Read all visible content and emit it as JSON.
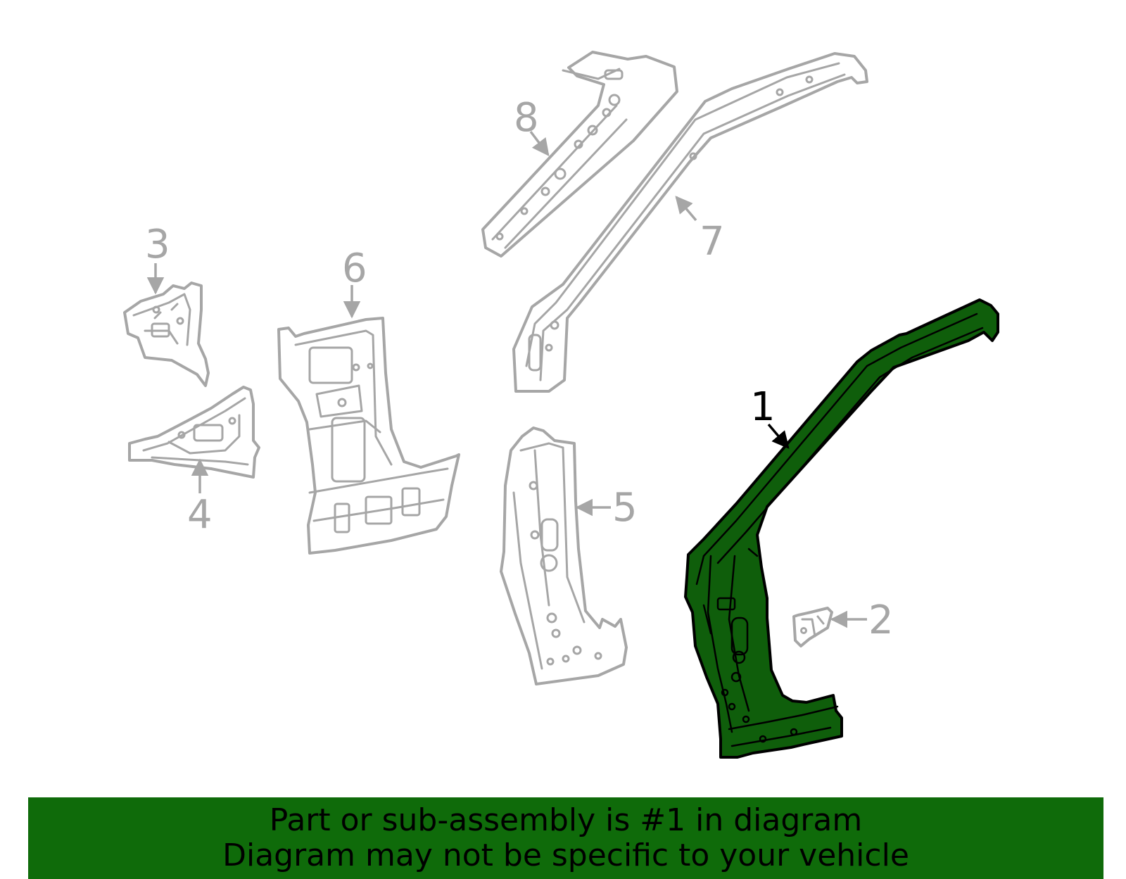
{
  "callouts": {
    "c1": "1",
    "c2": "2",
    "c3": "3",
    "c4": "4",
    "c5": "5",
    "c6": "6",
    "c7": "7",
    "c8": "8"
  },
  "highlight_color": "#0f5e0b",
  "banner_color": "#0f6b0a",
  "banner": {
    "line1": "Part or sub-assembly is #1 in diagram",
    "line2": "Diagram may not be specific to your vehicle"
  }
}
